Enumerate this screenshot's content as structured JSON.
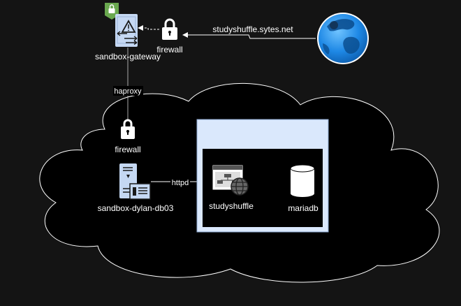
{
  "nodes": {
    "gateway": {
      "label": "sandbox-gateway"
    },
    "firewall_top": {
      "label": "firewall"
    },
    "internet": {
      "label": "studyshuffle.sytes.net"
    },
    "haproxy": {
      "label": "haproxy"
    },
    "firewall_cloud": {
      "label": "firewall"
    },
    "db_server": {
      "label": "sandbox-dylan-db03"
    },
    "httpd": {
      "label": "httpd"
    },
    "app": {
      "label": "studyshuffle"
    },
    "database": {
      "label": "mariadb"
    }
  },
  "colors": {
    "background": "#141414",
    "cloud_fill": "#000000",
    "cloud_stroke": "#ffffff",
    "container_fill": "#dae8fc",
    "icon_blue": "#c5d8f3",
    "badge_green": "#6aa84f",
    "globe_blue": "#1e88e5"
  }
}
